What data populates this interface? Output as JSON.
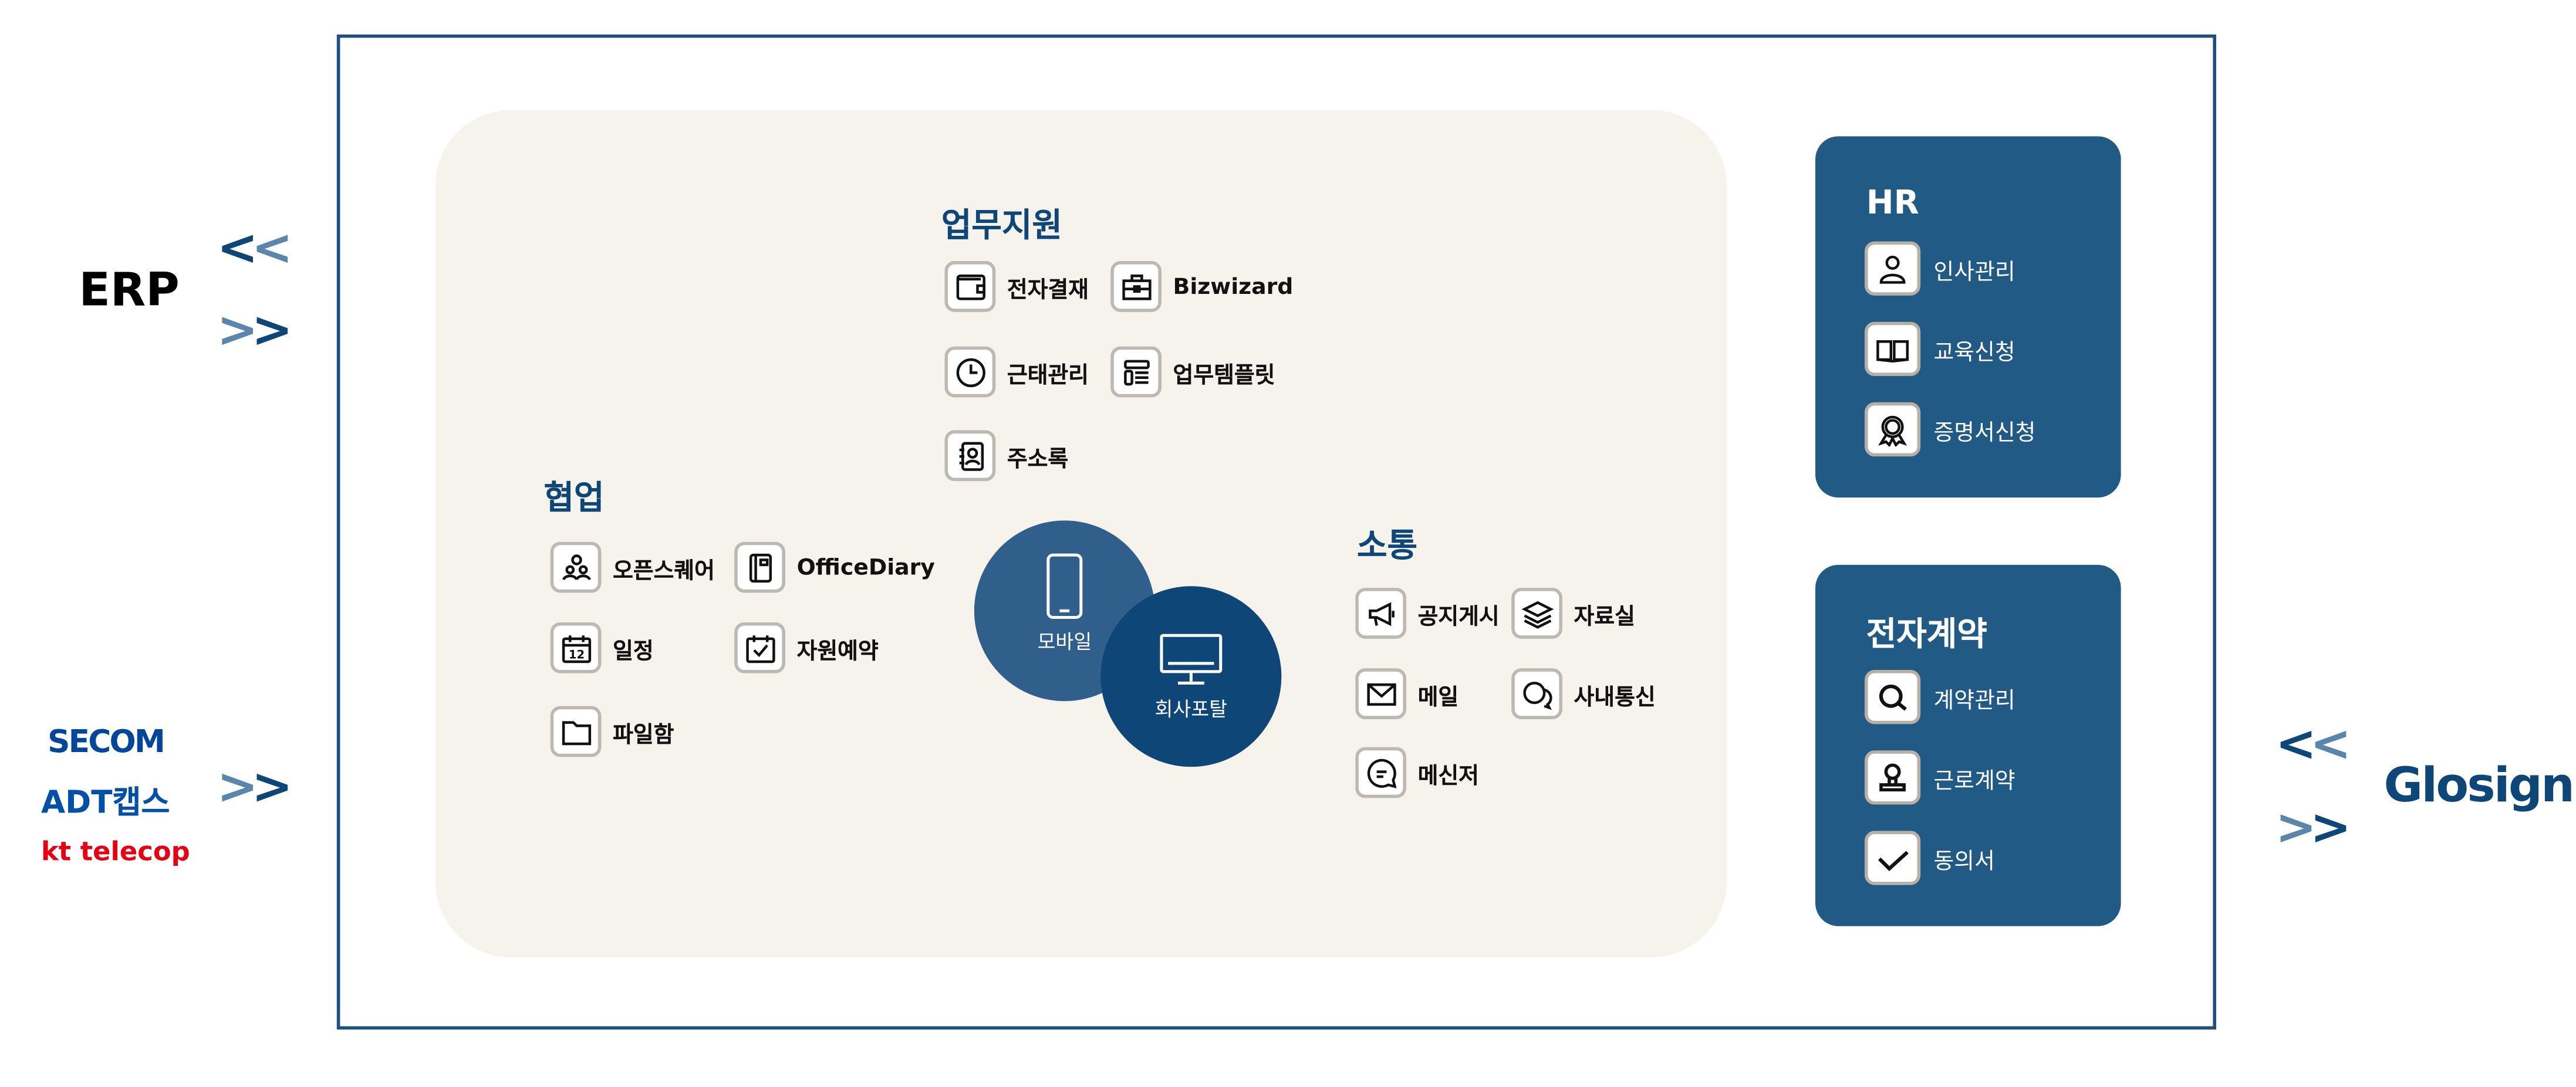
{
  "left": {
    "erp_label": "ERP",
    "partners": [
      "SECOM",
      "ADT캡스",
      "kt telecop"
    ]
  },
  "right": {
    "glosign_label": "Glosign"
  },
  "arrows": {
    "left": "<",
    "right": ">"
  },
  "center": {
    "work_support": {
      "title": "업무지원",
      "items": [
        "전자결재",
        "Bizwizard",
        "근태관리",
        "업무템플릿",
        "주소록"
      ]
    },
    "collaboration": {
      "title": "협업",
      "items": [
        "오픈스퀘어",
        "OfficeDiary",
        "일정",
        "자원예약",
        "파일함"
      ]
    },
    "communication": {
      "title": "소통",
      "items": [
        "공지게시",
        "자료실",
        "메일",
        "사내통신",
        "메신저"
      ]
    },
    "circles": {
      "mobile": "모바일",
      "portal": "회사포탈"
    }
  },
  "hr": {
    "title": "HR",
    "items": [
      "인사관리",
      "교육신청",
      "증명서신청"
    ]
  },
  "econtract": {
    "title": "전자계약",
    "items": [
      "계약관리",
      "근로계약",
      "동의서"
    ]
  },
  "colors": {
    "navy": "#0d4677",
    "box": "#225a86",
    "panel": "#f6f3ec",
    "light": "#5a86ab"
  }
}
